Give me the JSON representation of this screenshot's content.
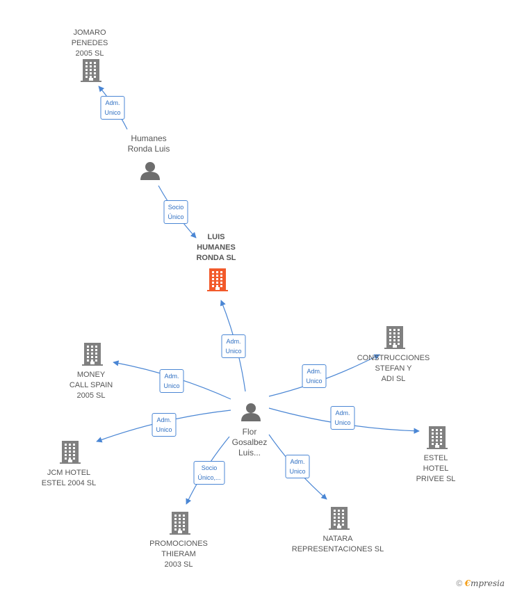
{
  "colors": {
    "edge": "#4a86d4",
    "company": "#808080",
    "center": "#f25a2b",
    "person": "#6d6d6d"
  },
  "nodes": [
    {
      "id": "jomaro",
      "kind": "company",
      "label": "JOMARO\nPENEDES\n2005  SL"
    },
    {
      "id": "humanes",
      "kind": "person",
      "label": "Humanes\nRonda Luis"
    },
    {
      "id": "luis",
      "kind": "center",
      "label": "LUIS\nHUMANES\nRONDA SL"
    },
    {
      "id": "money",
      "kind": "company",
      "label": "MONEY\nCALL SPAIN\n2005 SL"
    },
    {
      "id": "construcciones",
      "kind": "company",
      "label": "CONSTRUCCIONES\nSTEFAN Y\nADI SL"
    },
    {
      "id": "flor",
      "kind": "person",
      "label": "Flor\nGosalbez\nLuis..."
    },
    {
      "id": "jcm",
      "kind": "company",
      "label": "JCM HOTEL\nESTEL 2004 SL"
    },
    {
      "id": "estel",
      "kind": "company",
      "label": "ESTEL\nHOTEL\nPRIVEE SL"
    },
    {
      "id": "promociones",
      "kind": "company",
      "label": "PROMOCIONES\nTHIERAM\n2003 SL"
    },
    {
      "id": "natara",
      "kind": "company",
      "label": "NATARA\nREPRESENTACIONES SL"
    }
  ],
  "edges": [
    {
      "from": "humanes",
      "to": "jomaro",
      "label": "Adm.\nUnico"
    },
    {
      "from": "humanes",
      "to": "luis",
      "label": "Socio\nÚnico"
    },
    {
      "from": "flor",
      "to": "luis",
      "label": "Adm.\nUnico"
    },
    {
      "from": "flor",
      "to": "money",
      "label": "Adm.\nUnico"
    },
    {
      "from": "flor",
      "to": "construcciones",
      "label": "Adm.\nUnico"
    },
    {
      "from": "flor",
      "to": "jcm",
      "label": "Adm.\nUnico"
    },
    {
      "from": "flor",
      "to": "estel",
      "label": "Adm.\nUnico"
    },
    {
      "from": "flor",
      "to": "promociones",
      "label": "Socio\nÚnico,..."
    },
    {
      "from": "flor",
      "to": "natara",
      "label": "Adm.\nUnico"
    }
  ],
  "footer": {
    "copyright": "©",
    "brand_first": "€",
    "brand_rest": "mpresia"
  }
}
